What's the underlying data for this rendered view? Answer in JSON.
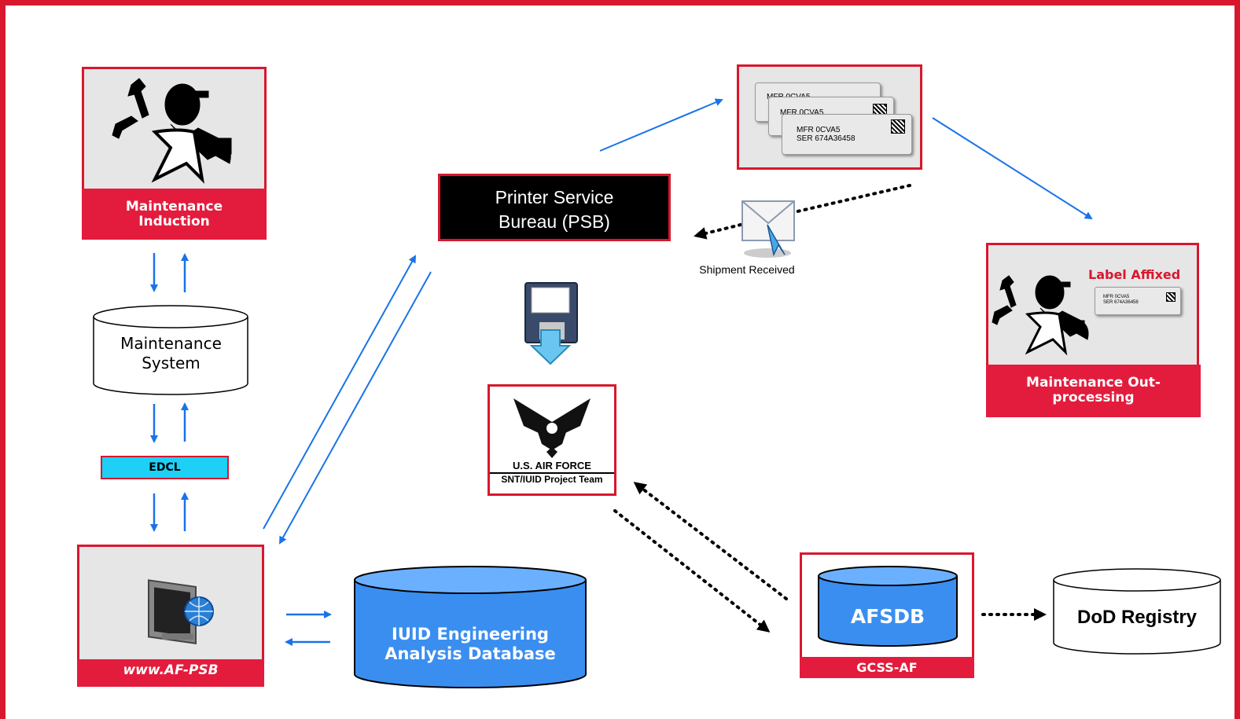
{
  "nodes": {
    "maintenance_induction": "Maintenance Induction",
    "maintenance_system": "Maintenance System",
    "edcl": "EDCL",
    "af_psb": "www.AF-PSB",
    "printer_service_bureau": "Printer Service Bureau (PSB)",
    "iuid_database": "IUID Engineering Analysis Database",
    "shipment_received": "Shipment Received",
    "air_force_title": "U.S. AIR FORCE",
    "air_force_team": "SNT/IUID Project Team",
    "label_affixed": "Label Affixed",
    "maintenance_outprocessing": "Maintenance Out-processing",
    "afsdb": "AFSDB",
    "gcss_af": "GCSS-AF",
    "dod_registry": "DoD Registry"
  },
  "labels_sample": {
    "line1": "MFR 0CVA5",
    "line2": "SER 674A36458"
  },
  "colors": {
    "red": "#d8172e",
    "blue_arrow": "#1a73e8",
    "db_blue": "#3a8ef0",
    "edcl_cyan": "#1ed0f5"
  }
}
